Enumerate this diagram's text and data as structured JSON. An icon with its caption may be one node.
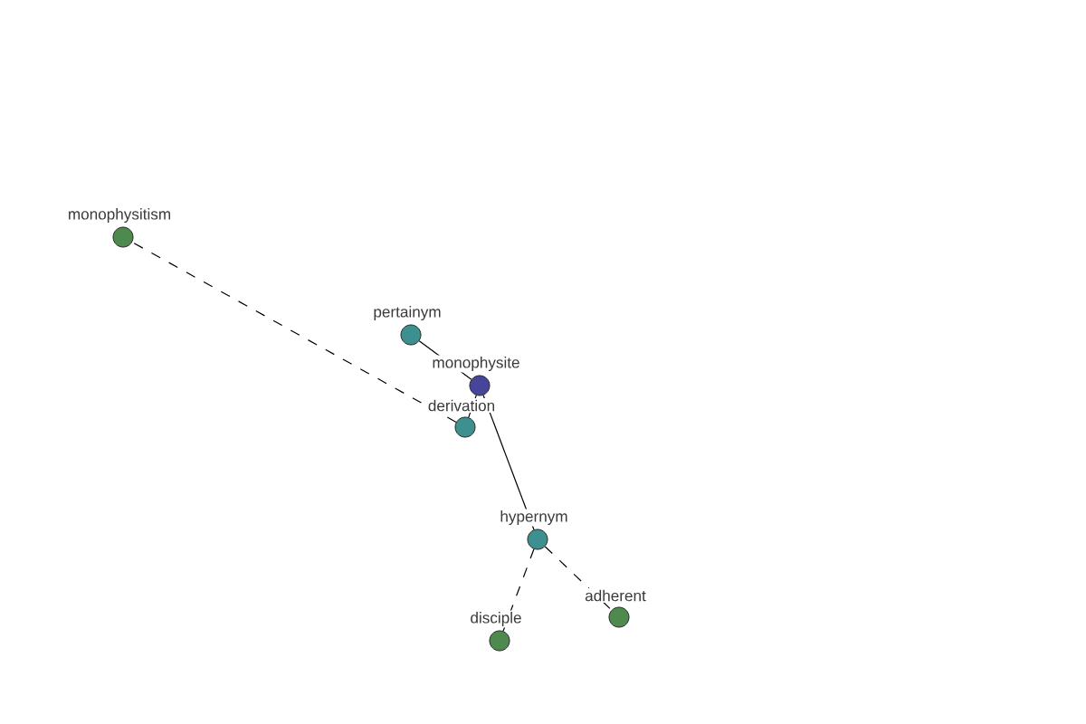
{
  "diagram": {
    "nodes": [
      {
        "text": [
          "monophysitism"
        ]
      },
      {
        "text": [
          "pertainym"
        ]
      },
      {
        "text": [
          "monophysite"
        ]
      },
      {
        "text": [
          "derivation"
        ]
      },
      {
        "text": [
          "hypernym"
        ]
      },
      {
        "text": [
          "disciple"
        ]
      },
      {
        "text": [
          "adherent"
        ]
      }
    ],
    "edges": [
      {
        "from": 2,
        "to": 1,
        "arrow": "none"
      },
      {
        "from": 2,
        "to": 3,
        "arrow": "none"
      },
      {
        "from": 2,
        "to": 4,
        "arrow": "none"
      },
      {
        "from": 3,
        "to": 0,
        "arrow": "none",
        "style": "dashed"
      },
      {
        "from": 4,
        "to": 5,
        "arrow": "none",
        "style": "dashed"
      },
      {
        "from": 4,
        "to": 6,
        "arrow": "none",
        "style": "dashed"
      }
    ]
  }
}
